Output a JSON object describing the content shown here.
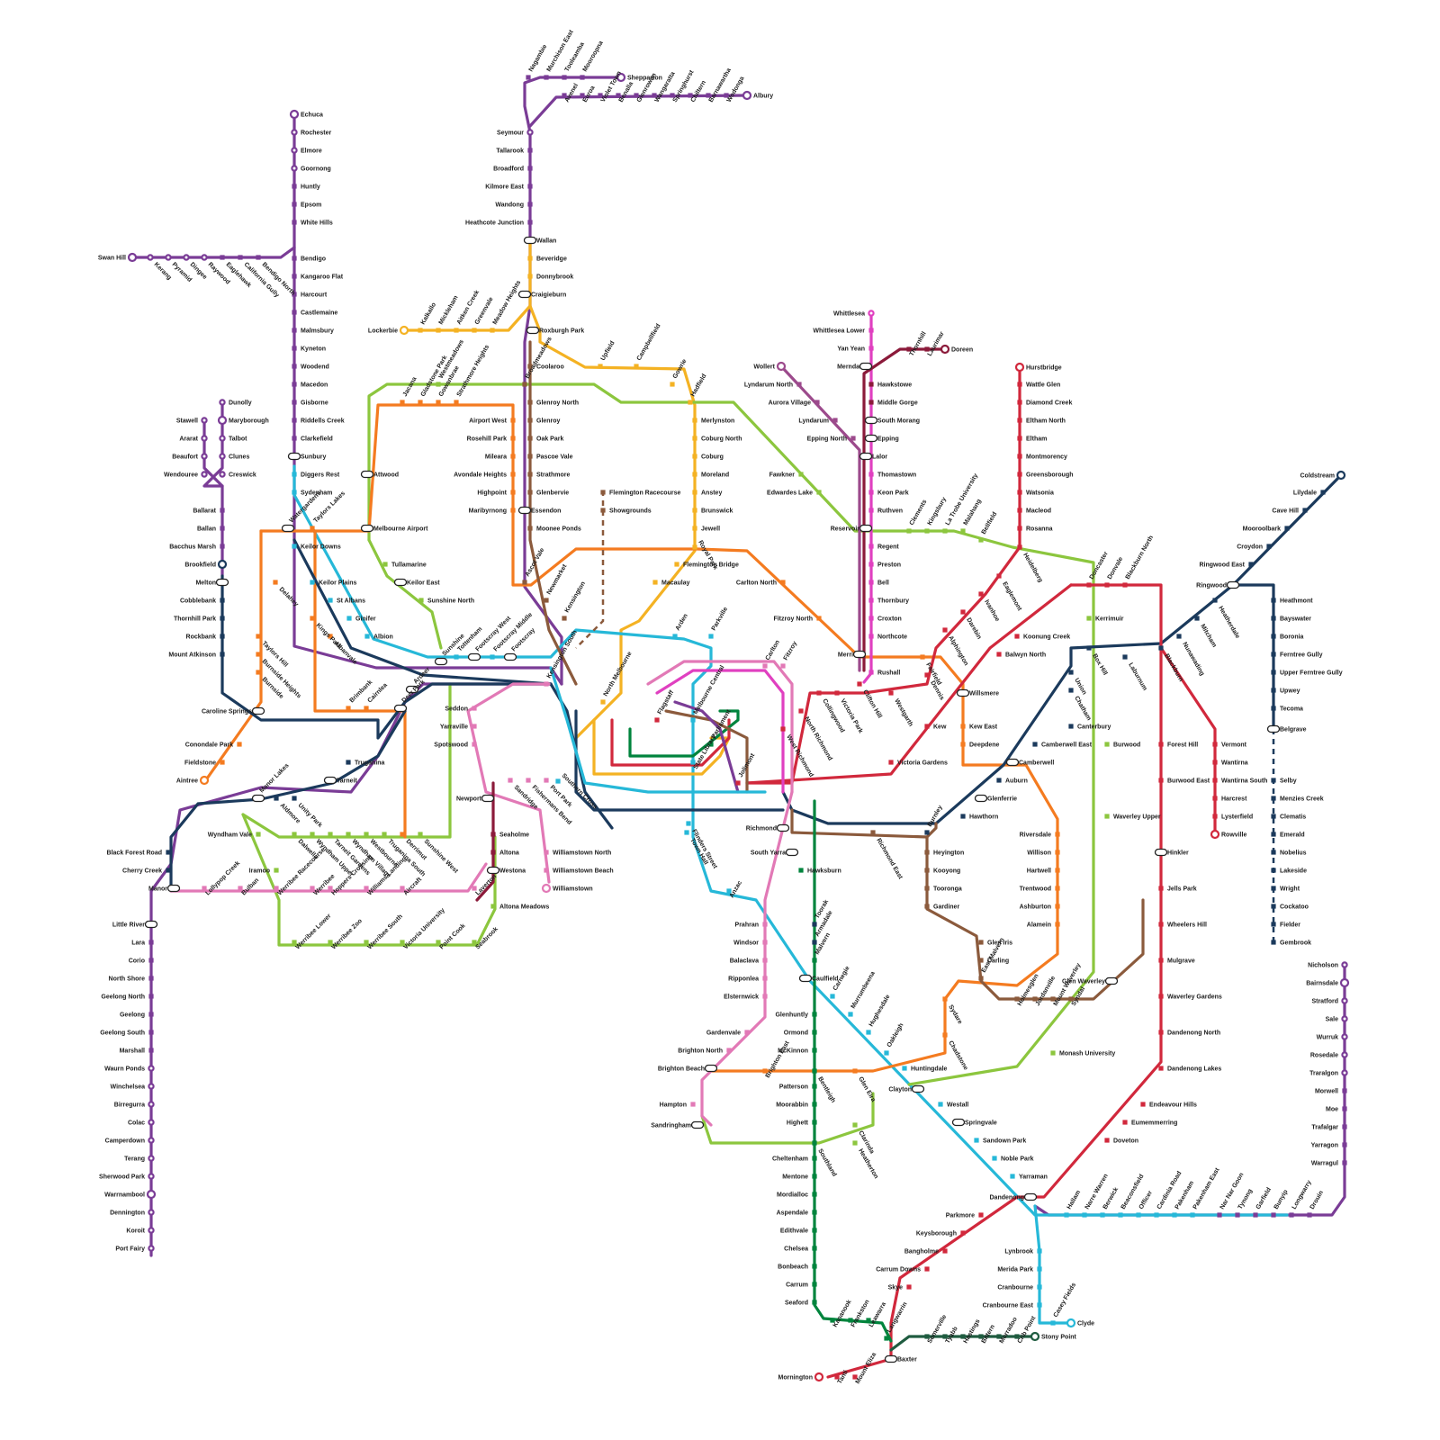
{
  "map": {
    "colors": {
      "purple": "#7a3c96",
      "navy": "#1b3a5c",
      "yellow": "#f4b223",
      "orange": "#f47b20",
      "lime": "#8cc63e",
      "brown": "#8b5a3c",
      "pink": "#e279b6",
      "magenta": "#e040c0",
      "maroon": "#8b1a3a",
      "red": "#d1283c",
      "cyan": "#26b8d8",
      "green": "#00843d",
      "darkgreen": "#1f5c40",
      "violet": "#9c4a8c"
    },
    "labels": {
      "echuca": "Echuca",
      "rochester": "Rochester",
      "elmore": "Elmore",
      "goornong": "Goornong",
      "huntly": "Huntly",
      "epsom": "Epsom",
      "white_hills": "White Hills",
      "bendigo": "Bendigo",
      "kangaroo_flat": "Kangaroo Flat",
      "harcourt": "Harcourt",
      "castlemaine": "Castlemaine",
      "malmsbury": "Malmsbury",
      "kyneton": "Kyneton",
      "woodend": "Woodend",
      "macedon": "Macedon",
      "gisborne": "Gisborne",
      "riddells_creek": "Riddells Creek",
      "clarkefield": "Clarkefield",
      "sunbury": "Sunbury",
      "diggers_rest": "Diggers Rest",
      "sydenham": "Sydenham",
      "watergardens": "Watergardens",
      "keilor_downs": "Keilor Downs",
      "keilor_plains": "Keilor Plains",
      "st_albans": "St Albans",
      "ginifer": "Ginifer",
      "albion": "Albion",
      "swan_hill": "Swan Hill",
      "kerang": "Kerang",
      "pyramid": "Pyramid",
      "dingee": "Dingee",
      "raywood": "Raywood",
      "eaglehawk": "Eaglehawk",
      "california_gully": "California Gully",
      "bendigo_north": "Bendigo North",
      "dunolly": "Dunolly",
      "maryborough": "Maryborough",
      "talbot": "Talbot",
      "clunes": "Clunes",
      "creswick": "Creswick",
      "stawell": "Stawell",
      "ararat": "Ararat",
      "beaufort": "Beaufort",
      "wendouree": "Wendouree",
      "ballarat": "Ballarat",
      "ballan": "Ballan",
      "bacchus_marsh": "Bacchus Marsh",
      "brookfield": "Brookfield",
      "melton": "Melton",
      "cobblebank": "Cobblebank",
      "thornhill_park": "Thornhill Park",
      "rockbank": "Rockbank",
      "mount_atkinson": "Mount Atkinson",
      "caroline_springs": "Caroline Springs",
      "delahey": "Delahey",
      "taylors_hill": "Taylors Hill",
      "burnside_heights": "Burnside Heights",
      "burnside": "Burnside",
      "kings_park": "Kings Park",
      "albanvale": "Albanvale",
      "brimbank": "Brimbank",
      "cairnlea": "Cairnlea",
      "deer_park": "Deer Park",
      "conondale_park": "Conondale Park",
      "fieldstone": "Fieldstone",
      "aintree": "Aintree",
      "taylors_lakes": "Taylors Lakes",
      "melbourne_airport": "Melbourne Airport",
      "attwood": "Attwood",
      "tullamarine": "Tullamarine",
      "keilor_east": "Keilor East",
      "sunshine_north": "Sunshine North",
      "sunshine": "Sunshine",
      "tottenham": "Tottenham",
      "footscray_west": "Footscray West",
      "footscray_middle": "Footscray Middle",
      "footscray": "Footscray",
      "ardeer": "Ardeer",
      "truganina": "Truganina",
      "tarneit": "Tarneit",
      "manor_lakes": "Manor Lakes",
      "aldmore": "Aldmore",
      "unity_park": "Unity Park",
      "wyndham_vale": "Wyndham Vale",
      "iramoo": "Iramoo",
      "black_forest_road": "Black Forest Road",
      "cherry_creek": "Cherry Creek",
      "manor": "Manor",
      "little_river": "Little River",
      "lara": "Lara",
      "corio": "Corio",
      "north_shore": "North Shore",
      "geelong_north": "Geelong North",
      "geelong": "Geelong",
      "geelong_south": "Geelong South",
      "marshall": "Marshall",
      "waurn_ponds": "Waurn Ponds",
      "winchelsea": "Winchelsea",
      "birregurra": "Birregurra",
      "colac": "Colac",
      "camperdown": "Camperdown",
      "terang": "Terang",
      "sherwood_park": "Sherwood Park",
      "warrnambool": "Warrnambool",
      "dennington": "Dennington",
      "koroit": "Koroit",
      "port_fairy": "Port Fairy",
      "lollypop_creek": "Lollypop Creek",
      "bulban": "Bulban",
      "werribee_racecourse": "Werribee Racecourse",
      "werribee": "Werribee",
      "hoppers_crossing": "Hoppers Crossing",
      "williams_landing": "Williams Landing",
      "aircraft": "Aircraft",
      "laverton": "Laverton",
      "dalwella": "Dalwella",
      "wyndham_upper": "Wyndham Upper",
      "tarneit_gardens": "Tarneit Gardens",
      "wyndham_village": "Wyndham Village",
      "westbourne": "Westbourne",
      "truganina_south": "Truganina South",
      "derrimut": "Derrimut",
      "sunshine_west": "Sunshine West",
      "werribee_lower": "Werribee Lower",
      "werribee_zoo": "Werribee Zoo",
      "werribee_south": "Werribee South",
      "victoria_university": "Victoria University",
      "point_cook": "Point Cook",
      "seabrook": "Seabrook",
      "altona_meadows": "Altona Meadows",
      "westona": "Westona",
      "altona": "Altona",
      "seaholme": "Seaholme",
      "newport": "Newport",
      "williamstown_north": "Williamstown North",
      "williamstown_beach": "Williamstown Beach",
      "williamstown": "Williamstown",
      "seddon": "Seddon",
      "yarraville": "Yarraville",
      "spotswood": "Spotswood",
      "kensington_south": "Kensington South",
      "southern_cross": "Southern Cross",
      "sandridge": "Sandridge",
      "fishermans_bend": "Fishermans Bend",
      "port_park": "Port Park",
      "murchison_east": "Murchison East",
      "nagambie": "Nagambie",
      "tooleamba": "Tooleamba",
      "mooroopna": "Mooroopna",
      "shepparton": "Shepparton",
      "avenel": "Avenel",
      "euroa": "Euroa",
      "violet_town": "Violet Town",
      "benalla": "Benalla",
      "glenrowan": "Glenrowan",
      "wangaratta": "Wangaratta",
      "springhurst": "Springhurst",
      "chiltern": "Chiltern",
      "barnawartha": "Barnawartha",
      "wodonga": "Wodonga",
      "albury": "Albury",
      "seymour": "Seymour",
      "tallarook": "Tallarook",
      "broadford": "Broadford",
      "kilmore_east": "Kilmore East",
      "wandong": "Wandong",
      "heathcote_junction": "Heathcote Junction",
      "wallan": "Wallan",
      "beveridge": "Beveridge",
      "donnybrook": "Donnybrook",
      "craigieburn": "Craigieburn",
      "roxburgh_park": "Roxburgh Park",
      "coolaroo": "Coolaroo",
      "broadmeadows": "Broadmeadows",
      "glenroy_north": "Glenroy North",
      "glenroy": "Glenroy",
      "oak_park": "Oak Park",
      "pascoe_vale": "Pascoe Vale",
      "strathmore": "Strathmore",
      "glenbervie": "Glenbervie",
      "essendon": "Essendon",
      "moonee_ponds": "Moonee Ponds",
      "ascot_vale": "Ascot Vale",
      "newmarket": "Newmarket",
      "kensington": "Kensington",
      "lockerbie": "Lockerbie",
      "kalkallo": "Kalkallo",
      "mickleham": "Mickleham",
      "aitken_creek": "Aitken Creek",
      "greenvale": "Greenvale",
      "meadow_heights": "Meadow Heights",
      "upfield": "Upfield",
      "campbellfield": "Campbellfield",
      "gowrie": "Gowrie",
      "hadfield": "Hadfield",
      "merlynston": "Merlynston",
      "coburg_north": "Coburg North",
      "coburg": "Coburg",
      "moreland": "Moreland",
      "anstey": "Anstey",
      "brunswick": "Brunswick",
      "jewell": "Jewell",
      "royal_park": "Royal Park",
      "flemington_bridge": "Flemington Bridge",
      "macaulay": "Macaulay",
      "north_melbourne": "North Melbourne",
      "westmeadows": "Westmeadows",
      "jacana": "Jacana",
      "gladstone_park": "Gladstone Park",
      "gowanbrae": "Gowanbrae",
      "strathmore_heights": "Strathmore Heights",
      "airport_west": "Airport West",
      "rosehill_park": "Rosehill Park",
      "mileara": "Mileara",
      "avondale_heights": "Avondale Heights",
      "highpoint": "Highpoint",
      "maribyrnong": "Maribyrnong",
      "flemington_racecourse": "Flemington Racecourse",
      "showgrounds": "Showgrounds",
      "arden": "Arden",
      "parkville": "Parkville",
      "carlton": "Carlton",
      "fitzroy": "Fitzroy",
      "carlton_north": "Carlton North",
      "fitzroy_north": "Fitzroy North",
      "flagstaff": "Flagstaff",
      "melbourne_central": "Melbourne Central",
      "parliament": "Parliament",
      "state_library": "State Library",
      "jolimont": "Jolimont",
      "town_hall": "Town Hall",
      "flinders_street": "Flinders Street",
      "richmond": "Richmond",
      "south_yarra": "South Yarra",
      "hawksburn": "Hawksburn",
      "anzac": "Anzac",
      "toorak": "Toorak",
      "armadale": "Armadale",
      "malvern": "Malvern",
      "caulfield": "Caulfield",
      "prahran": "Prahran",
      "windsor": "Windsor",
      "balaclava": "Balaclava",
      "ripponlea": "Ripponlea",
      "elsternwick": "Elsternwick",
      "gardenvale": "Gardenvale",
      "brighton_north": "Brighton North",
      "brighton_beach": "Brighton Beach",
      "brighton_east": "Brighton East",
      "hampton": "Hampton",
      "sandringham": "Sandringham",
      "glenhuntly": "Glenhuntly",
      "ormond": "Ormond",
      "mckinnon": "McKinnon",
      "bentleigh": "Bentleigh",
      "patterson": "Patterson",
      "moorabbin": "Moorabbin",
      "highett": "Highett",
      "southland": "Southland",
      "cheltenham": "Cheltenham",
      "mentone": "Mentone",
      "mordialloc": "Mordialloc",
      "aspendale": "Aspendale",
      "edithvale": "Edithvale",
      "chelsea": "Chelsea",
      "bonbeach": "Bonbeach",
      "carrum": "Carrum",
      "seaford": "Seaford",
      "kananook": "Kananook",
      "frankston": "Frankston",
      "leawarra": "Leawarra",
      "langwarrin": "Langwarrin",
      "baxter": "Baxter",
      "somerville": "Somerville",
      "tyabb": "Tyabb",
      "hastings": "Hastings",
      "bittern": "Bittern",
      "morradoo": "Morradoo",
      "crib_point": "Crib Point",
      "stony_point": "Stony Point",
      "mornington": "Mornington",
      "tanti": "Tanti",
      "mount_eliza": "Mount Eliza",
      "glen_eira": "Glen Eira",
      "clarinda": "Clarinda",
      "heatherton": "Heatherton",
      "carnegie": "Carnegie",
      "murrumbeena": "Murrumbeena",
      "hughesdale": "Hughesdale",
      "oakleigh": "Oakleigh",
      "huntingdale": "Huntingdale",
      "clayton": "Clayton",
      "westall": "Westall",
      "springvale": "Springvale",
      "sandown_park": "Sandown Park",
      "noble_park": "Noble Park",
      "yarraman": "Yarraman",
      "dandenong": "Dandenong",
      "hallam": "Hallam",
      "narre_warren": "Narre Warren",
      "berwick": "Berwick",
      "beaconsfield": "Beaconsfield",
      "officer": "Officer",
      "cardinia_road": "Cardinia Road",
      "pakenham": "Pakenham",
      "pakenham_east": "Pakenham East",
      "nar_nar_goon": "Nar Nar Goon",
      "tynong": "Tynong",
      "garfield": "Garfield",
      "bunyip": "Bunyip",
      "longwarry": "Longwarry",
      "drouin": "Drouin",
      "nicholson": "Nicholson",
      "bairnsdale": "Bairnsdale",
      "stratford": "Stratford",
      "sale": "Sale",
      "wurruk": "Wurruk",
      "rosedale": "Rosedale",
      "traralgon": "Traralgon",
      "morwell": "Morwell",
      "moe": "Moe",
      "trafalgar": "Trafalgar",
      "yarragon": "Yarragon",
      "warragul": "Warragul",
      "lynbrook": "Lynbrook",
      "merida_park": "Merida Park",
      "cranbourne": "Cranbourne",
      "cranbourne_east": "Cranbourne East",
      "casey_fields": "Casey Fields",
      "clyde": "Clyde",
      "parkmore": "Parkmore",
      "keysborough": "Keysborough",
      "bangholme": "Bangholme",
      "carrum_downs": "Carrum Downs",
      "skye": "Skye",
      "whittlesea": "Whittlesea",
      "whittlesea_lower": "Whittlesea Lower",
      "yan_yean": "Yan Yean",
      "mernda": "Mernda",
      "hawkstowe": "Hawkstowe",
      "middle_gorge": "Middle Gorge",
      "south_morang": "South Morang",
      "epping": "Epping",
      "lalor": "Lalor",
      "thomastown": "Thomastown",
      "keon_park": "Keon Park",
      "ruthven": "Ruthven",
      "reservoir": "Reservoir",
      "regent": "Regent",
      "preston": "Preston",
      "bell": "Bell",
      "thornbury": "Thornbury",
      "croxton": "Croxton",
      "northcote": "Northcote",
      "merri": "Merri",
      "rushall": "Rushall",
      "clifton_hill": "Clifton Hill",
      "victoria_park": "Victoria Park",
      "collingwood": "Collingwood",
      "north_richmond": "North Richmond",
      "west_richmond": "West Richmond",
      "westgarth": "Westgarth",
      "dennis": "Dennis",
      "fairfield": "Fairfield",
      "thornhill": "Thornhill",
      "laurimar": "Laurimar",
      "doreen": "Doreen",
      "wollert": "Wollert",
      "lyndarum_north": "Lyndarum North",
      "aurora_village": "Aurora Village",
      "lyndarum": "Lyndarum",
      "epping_north": "Epping North",
      "fawkner": "Fawkner",
      "edwardes_lake": "Edwardes Lake",
      "clements": "Clements",
      "kingsbury": "Kingsbury",
      "la_trobe_university": "La Trobe University",
      "malahang": "Malahang",
      "bellfield": "Bellfield",
      "heidelberg": "Heidelberg",
      "hurstbridge": "Hurstbridge",
      "wattle_glen": "Wattle Glen",
      "diamond_creek": "Diamond Creek",
      "eltham_north": "Eltham North",
      "eltham": "Eltham",
      "montmorency": "Montmorency",
      "greensborough": "Greensborough",
      "watsonia": "Watsonia",
      "macleod": "Macleod",
      "rosanna": "Rosanna",
      "eaglemont": "Eaglemont",
      "ivanhoe": "Ivanhoe",
      "darebin": "Darebin",
      "alphington": "Alphington",
      "koonung_creek": "Koonung Creek",
      "balwyn_north": "Balwyn North",
      "kew": "Kew",
      "victoria_gardens": "Victoria Gardens",
      "willsmere": "Willsmere",
      "kew_east": "Kew East",
      "deepdene": "Deepdene",
      "doncaster": "Doncaster",
      "donvale": "Donvale",
      "blackburn_north": "Blackburn North",
      "kerrimuir": "Kerrimuir",
      "box_hill": "Box Hill",
      "laburnum": "Laburnum",
      "blackburn": "Blackburn",
      "union": "Union",
      "chatham": "Chatham",
      "canterbury": "Canterbury",
      "camberwell_east": "Camberwell East",
      "camberwell": "Camberwell",
      "auburn": "Auburn",
      "glenferrie": "Glenferrie",
      "hawthorn": "Hawthorn",
      "burnley": "Burnley",
      "richmond_east": "Richmond East",
      "heyington": "Heyington",
      "kooyong": "Kooyong",
      "tooronga": "Tooronga",
      "gardiner": "Gardiner",
      "glen_iris": "Glen Iris",
      "darling": "Darling",
      "east_malvern": "East Malvern",
      "holmesglen": "Holmesglen",
      "jordanville": "Jordanville",
      "mount_waverley": "Mount Waverley",
      "syndal": "Syndal",
      "glen_waverley": "Glen Waverley",
      "sydare": "Sydare",
      "chadstone": "Chadstone",
      "monash_university": "Monash University",
      "riversdale": "Riversdale",
      "willison": "Willison",
      "hartwell": "Hartwell",
      "trentwood": "Trentwood",
      "ashburton": "Ashburton",
      "alamein": "Alamein",
      "burwood": "Burwood",
      "waverley_upper": "Waverley Upper",
      "forest_hill": "Forest Hill",
      "burwood_east": "Burwood East",
      "hinkler": "Hinkler",
      "jells_park": "Jells Park",
      "wheelers_hill": "Wheelers Hill",
      "mulgrave": "Mulgrave",
      "waverley_gardens": "Waverley Gardens",
      "dandenong_north": "Dandenong North",
      "dandenong_lakes": "Dandenong Lakes",
      "endeavour_hills": "Endeavour Hills",
      "eumemmerring": "Eumemmerring",
      "doveton": "Doveton",
      "vermont": "Vermont",
      "wantirna": "Wantirna",
      "wantirna_south": "Wantirna South",
      "harcrest": "Harcrest",
      "lysterfield": "Lysterfield",
      "rowville": "Rowville",
      "nunawading": "Nunawading",
      "mitcham": "Mitcham",
      "heatherdale": "Heatherdale",
      "ringwood": "Ringwood",
      "ringwood_east": "Ringwood East",
      "croydon": "Croydon",
      "mooroolbark": "Mooroolbark",
      "cave_hill": "Cave Hill",
      "lilydale": "Lilydale",
      "coldstream": "Coldstream",
      "heathmont": "Heathmont",
      "bayswater": "Bayswater",
      "boronia": "Boronia",
      "ferntree_gully": "Ferntree Gully",
      "upper_ferntree_gully": "Upper Ferntree Gully",
      "upwey": "Upwey",
      "tecoma": "Tecoma",
      "belgrave": "Belgrave",
      "selby": "Selby",
      "menzies_creek": "Menzies Creek",
      "clematis": "Clematis",
      "emerald": "Emerald",
      "nobelius": "Nobelius",
      "lakeside": "Lakeside",
      "wright": "Wright",
      "cockatoo": "Cockatoo",
      "fielder": "Fielder",
      "gembrook": "Gembrook"
    }
  }
}
